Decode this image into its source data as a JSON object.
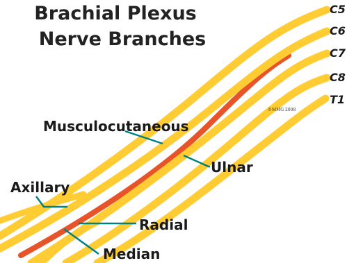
{
  "title": {
    "line1": "Brachial Plexus",
    "line2": "Nerve Branches"
  },
  "roots": [
    "C5",
    "C6",
    "C7",
    "C8",
    "T1"
  ],
  "labels": {
    "musculocutaneous": "Musculocutaneous",
    "ulnar": "Ulnar",
    "axillary": "Axillary",
    "radial": "Radial",
    "median": "Median"
  },
  "copyright": "©MMG 2008",
  "colors": {
    "nerve": "#ffcc33",
    "artery": "#e8542a",
    "leader": "#008080"
  }
}
